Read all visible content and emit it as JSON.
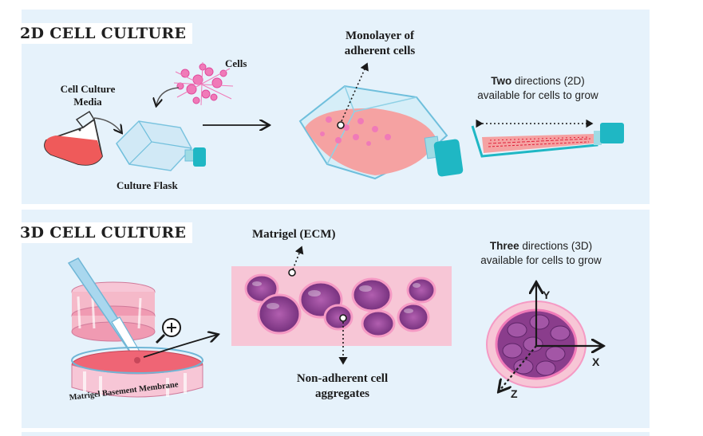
{
  "section_2d": {
    "title": "2D CELL CULTURE",
    "cells_label": "Cells",
    "media_label_line1": "Cell Culture",
    "media_label_line2": "Media",
    "flask_label": "Culture Flask",
    "monolayer_line1": "Monolayer of",
    "monolayer_line2": "adherent cells",
    "directions_bold": "Two",
    "directions_rest": " directions (2D)",
    "directions_line2": "available for cells to grow"
  },
  "section_3d": {
    "title": "3D CELL CULTURE",
    "matrigel_label": "Matrigel (ECM)",
    "aggregates_line1": "Non-adherent cell",
    "aggregates_line2": "aggregates",
    "membrane_label": "Matrigel Basement Membrane",
    "directions_bold": "Three",
    "directions_rest": " directions (3D)",
    "directions_line2": "available for cells to grow",
    "axis_y": "Y",
    "axis_x": "X",
    "axis_z": "Z"
  },
  "colors": {
    "panel_bg": "#e6f2fb",
    "flask_teal": "#1fb7c4",
    "media_red": "#ef5a5a",
    "cell_pink": "#f07ab8",
    "aggregate_purple": "#8a3d8c",
    "matrigel_pink": "#f7c6d6"
  }
}
